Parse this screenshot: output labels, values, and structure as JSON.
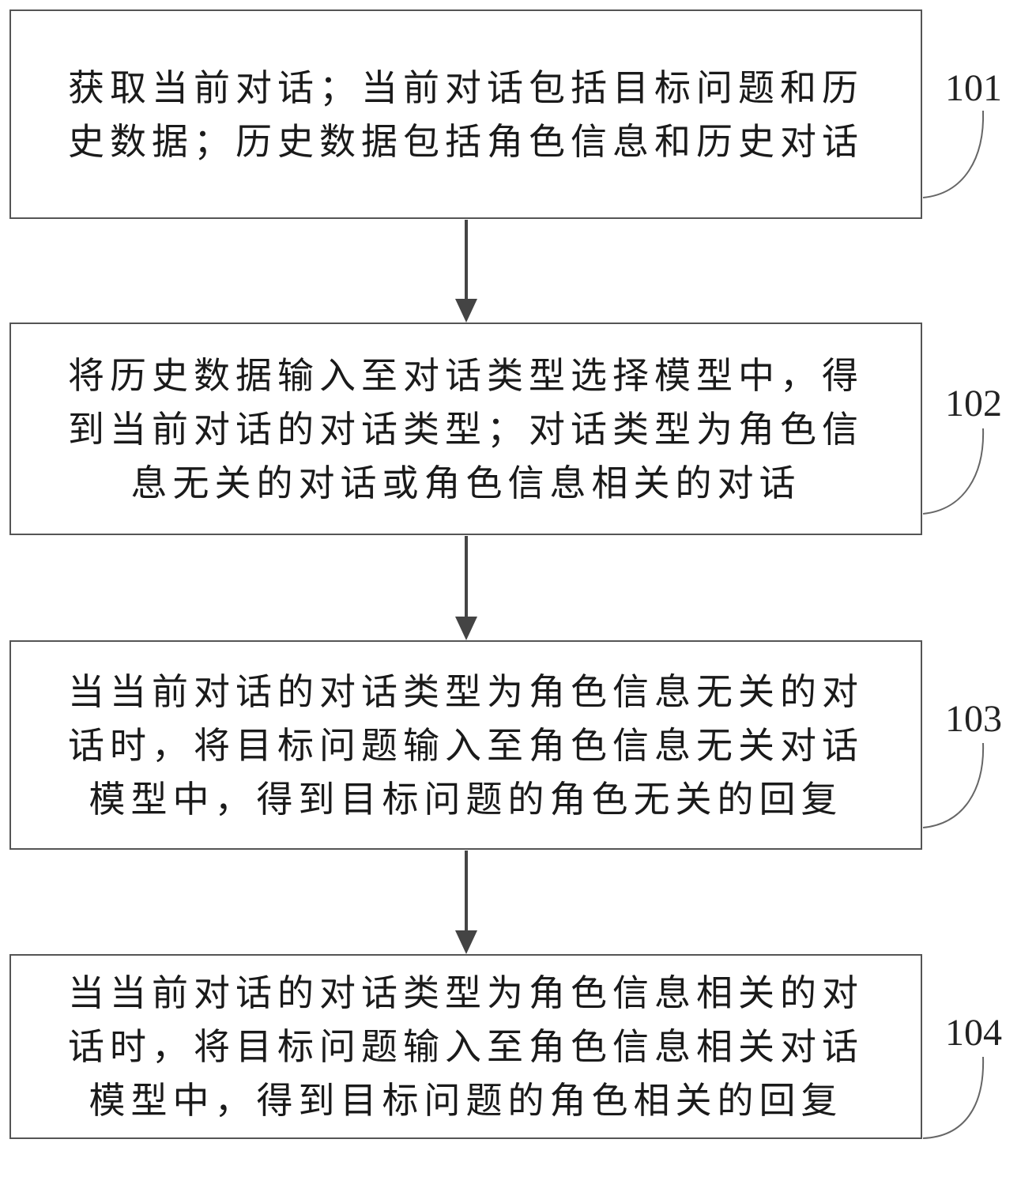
{
  "steps": [
    {
      "id": "101",
      "label": "101",
      "text": "获取当前对话；当前对话包括目标问题和历\n史数据；历史数据包括角色信息和历史对话"
    },
    {
      "id": "102",
      "label": "102",
      "text": "将历史数据输入至对话类型选择模型中，得\n到当前对话的对话类型；对话类型为角色信\n息无关的对话或角色信息相关的对话"
    },
    {
      "id": "103",
      "label": "103",
      "text": "当当前对话的对话类型为角色信息无关的对\n话时，将目标问题输入至角色信息无关对话\n模型中，得到目标问题的角色无关的回复"
    },
    {
      "id": "104",
      "label": "104",
      "text": "当当前对话的对话类型为角色信息相关的对\n话时，将目标问题输入至角色信息相关对话\n模型中，得到目标问题的角色相关的回复"
    }
  ],
  "colors": {
    "border": "#555555",
    "arrow": "#444444",
    "leader": "#666666"
  }
}
